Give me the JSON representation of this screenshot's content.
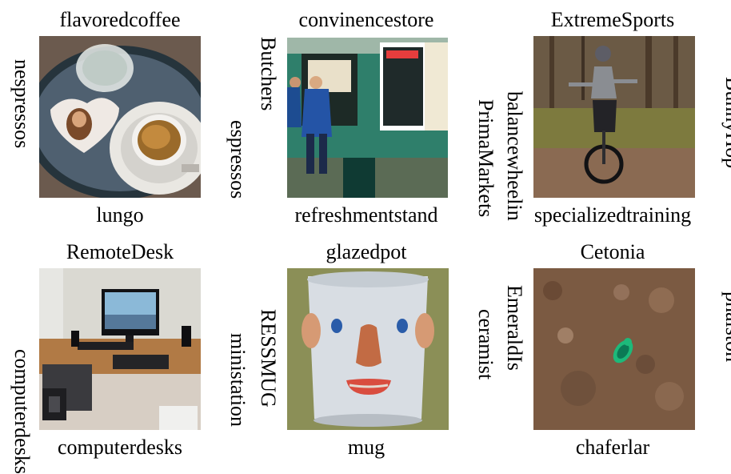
{
  "panels": [
    {
      "top": "flavoredcoffee",
      "bottom": "lungo",
      "left": "nespressos",
      "right": "espressos",
      "image": "coffee-tray-image"
    },
    {
      "top": "convinencestore",
      "bottom": "refreshmentstand",
      "left": "Butchers",
      "right": "PrimaMarkets",
      "image": "kiosk-image"
    },
    {
      "top": "ExtremeSports",
      "bottom": "specializedtraining",
      "left": "balancewheelin",
      "right": "BunnyHop",
      "image": "unicycle-image"
    },
    {
      "top": "RemoteDesk",
      "bottom": "computerdesks",
      "left": "computerdesks",
      "right": "ministation",
      "image": "computer-desk-image"
    },
    {
      "top": "glazedpot",
      "bottom": "mug",
      "left": "RESSMUG",
      "right": "ceramist",
      "image": "ceramic-face-mug-image"
    },
    {
      "top": "Cetonia",
      "bottom": "chaferlar",
      "left": "EmeraldIs",
      "right": "phaiston",
      "image": "green-beetle-image"
    }
  ]
}
